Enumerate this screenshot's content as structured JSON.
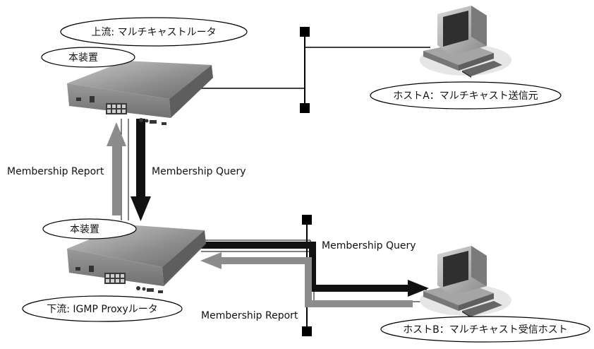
{
  "labels": {
    "upstream_router": "上流: マルチキャストルータ",
    "device_top": "本装置",
    "host_a": "ホストA：マルチキャスト送信元",
    "membership_report_left": "Membership Report",
    "membership_query_center": "Membership Query",
    "device_bottom": "本装置",
    "membership_query_right": "Membership Query",
    "downstream_router": "下流: IGMP Proxyルータ",
    "membership_report_bottom": "Membership Report",
    "host_b": "ホストB：マルチキャスト受信ホスト"
  },
  "colors": {
    "query_arrow": "#111111",
    "report_arrow": "#8c8c8c",
    "line": "#000000"
  },
  "icons": [
    "router-icon",
    "desktop-computer-icon",
    "lan-terminator-icon"
  ]
}
